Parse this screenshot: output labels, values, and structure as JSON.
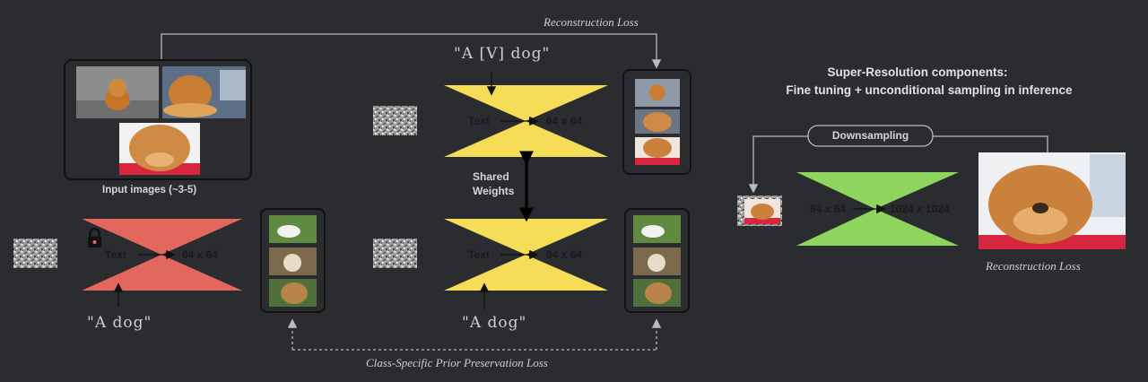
{
  "labels": {
    "reconstruction_loss_top": "Reconstruction Loss",
    "prompt_v_dog": "\"A [V] dog\"",
    "prompt_a_dog_left": "\"A dog\"",
    "prompt_a_dog_mid": "\"A dog\"",
    "input_images": "Input images (~3-5)",
    "shared_weights_line1": "Shared",
    "shared_weights_line2": "Weights",
    "class_prior_loss": "Class-Specific Prior Preservation Loss",
    "sr_title_line1": "Super-Resolution components:",
    "sr_title_line2": "Fine tuning + unconditional sampling in inference",
    "downsampling": "Downsampling",
    "reconstruction_loss_right": "Reconstruction Loss"
  },
  "models": {
    "frozen": {
      "text": "Text",
      "out": "64 x 64"
    },
    "finetune_top": {
      "text": "Text",
      "out": "64 x 64"
    },
    "finetune_bottom": {
      "text": "Text",
      "out": "64 x 64"
    },
    "super_res": {
      "in": "64 x 64",
      "out": "1024 x 1024"
    }
  },
  "colors": {
    "background": "#2a2c2f",
    "frozen_model": "#e2685e",
    "finetuned_model": "#f6dd57",
    "super_res_model": "#8fd45c",
    "outline": "#111111"
  },
  "icons": {
    "lock": "lock-icon"
  }
}
